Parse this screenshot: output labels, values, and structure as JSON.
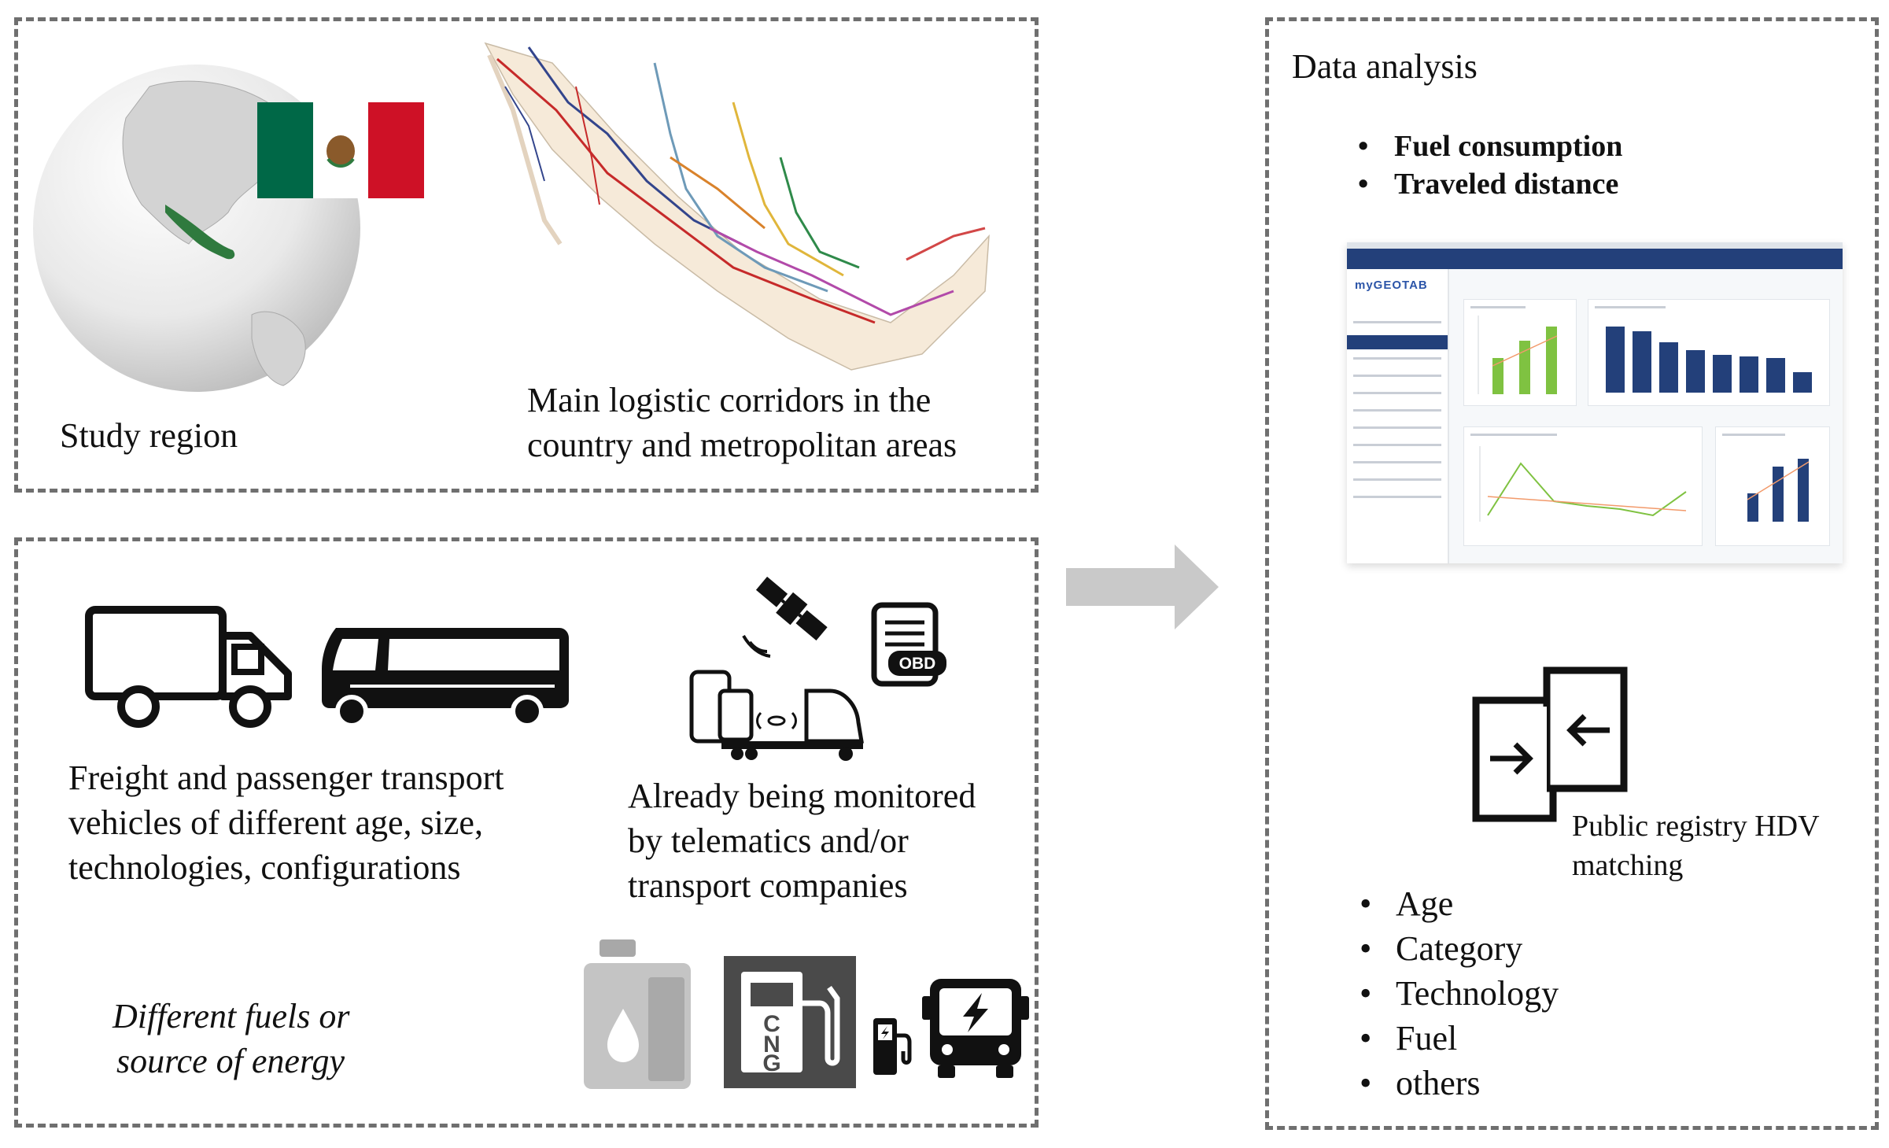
{
  "study_panel": {
    "study_region_label": "Study region",
    "corridors_label_line1": "Main logistic corridors in the",
    "corridors_label_line2": "country and metropolitan areas"
  },
  "vehicles_panel": {
    "fleet_line1": "Freight and passenger transport",
    "fleet_line2": "vehicles of different age, size,",
    "fleet_line3": "technologies, configurations",
    "monitor_line1": "Already being monitored",
    "monitor_line2": "by telematics and/or",
    "monitor_line3": "transport companies",
    "fuels_line1": "Different fuels or",
    "fuels_line2": "source of energy",
    "obd_label": "OBD",
    "cng_letters": [
      "C",
      "N",
      "G"
    ]
  },
  "analysis_panel": {
    "title": "Data analysis",
    "metrics": [
      "Fuel consumption",
      "Traveled distance"
    ],
    "registry_label_line1": "Public registry  HDV",
    "registry_label_line2": "matching",
    "attributes": [
      "Age",
      "Category",
      "Technology",
      "Fuel",
      "others"
    ],
    "dashboard_logo": "myGEOTAB"
  },
  "colors": {
    "panel_border": "#6f6f6f",
    "arrow": "#c9c9c9",
    "flag_green": "#006847",
    "flag_red": "#ce1126",
    "dashboard_header": "#23407a",
    "chart_green": "#7fc241",
    "chart_blue": "#23407a"
  }
}
